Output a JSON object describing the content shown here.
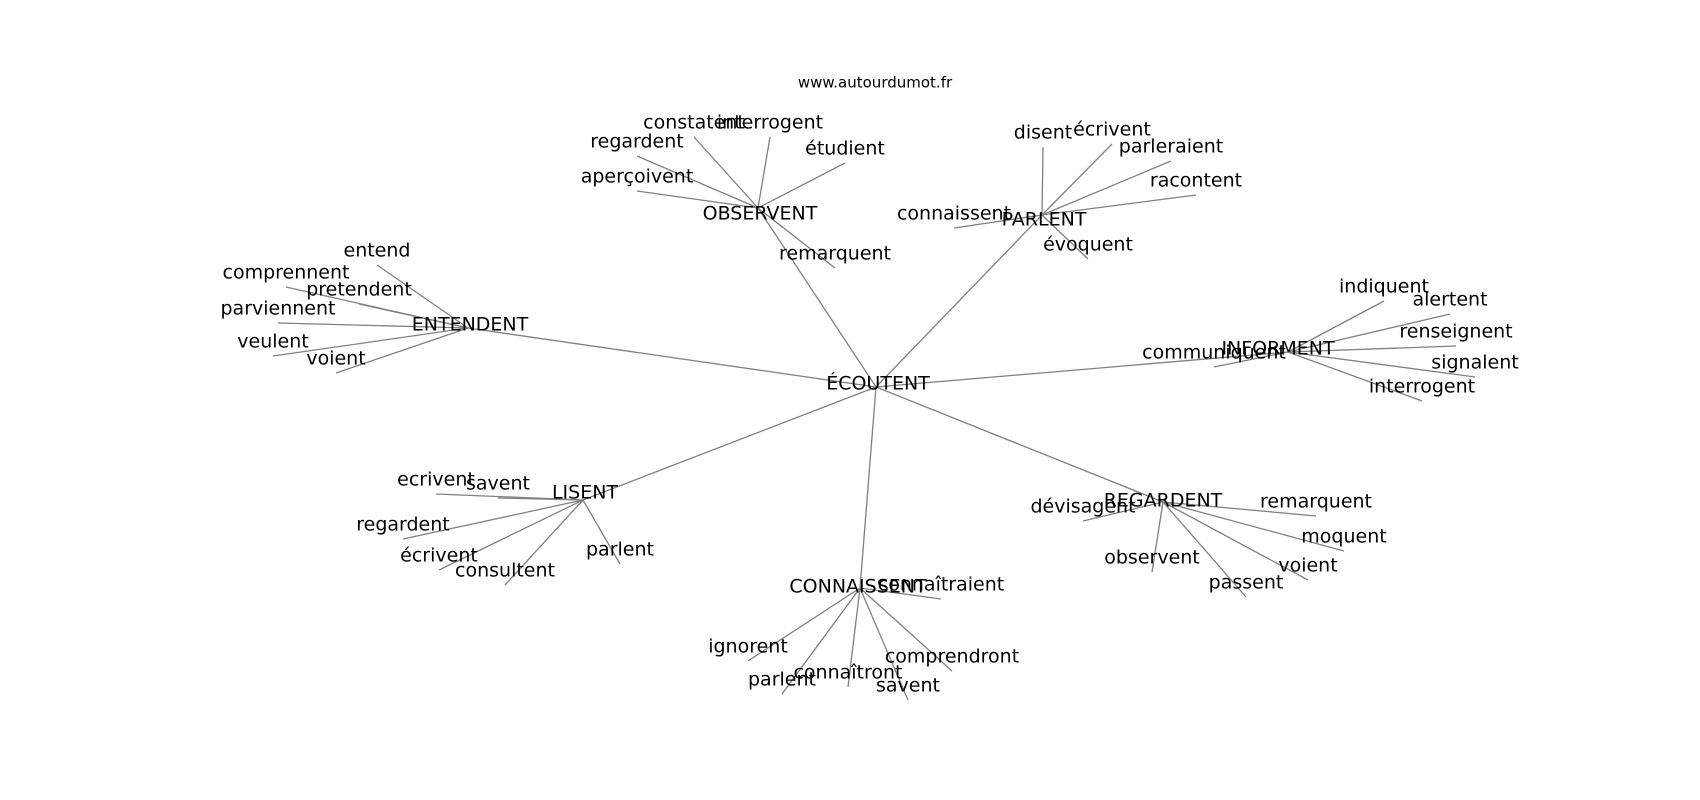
{
  "watermark": "www.autourdumot.fr",
  "graph": {
    "center": "ÉCOUTENT",
    "clusters": [
      {
        "hub": "OBSERVENT",
        "leaves": [
          "regardent",
          "constatent",
          "interrogent",
          "étudient",
          "aperçoivent",
          "remarquent"
        ]
      },
      {
        "hub": "PARLENT",
        "leaves": [
          "disent",
          "écrivent",
          "parleraient",
          "racontent",
          "connaissent",
          "évoquent"
        ]
      },
      {
        "hub": "ENTENDENT",
        "leaves": [
          "entend",
          "comprennent",
          "pretendent",
          "parviennent",
          "veulent",
          "voient"
        ]
      },
      {
        "hub": "INFORMENT",
        "leaves": [
          "indiquent",
          "alertent",
          "renseignent",
          "signalent",
          "interrogent",
          "communiquent"
        ]
      },
      {
        "hub": "LISENT",
        "leaves": [
          "ecrivent",
          "savent",
          "regardent",
          "écrivent",
          "consultent",
          "parlent"
        ]
      },
      {
        "hub": "REGARDENT",
        "leaves": [
          "dévisagent",
          "remarquent",
          "moquent",
          "voient",
          "observent",
          "passent"
        ]
      },
      {
        "hub": "CONNAISSENT",
        "leaves": [
          "connaîtraient",
          "ignorent",
          "parlent",
          "connaîtront",
          "savent",
          "comprendront"
        ]
      }
    ]
  }
}
